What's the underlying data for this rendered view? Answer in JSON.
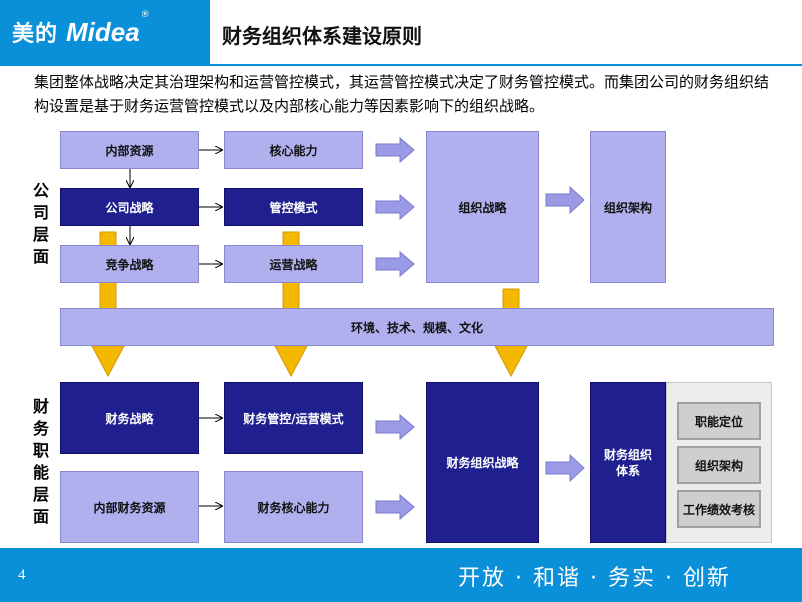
{
  "header": {
    "logo_cn": "美的",
    "logo_en": "Midea",
    "logo_reg": "®",
    "title": "财务组织体系建设原则"
  },
  "intro": "集团整体战略决定其治理架构和运营管控模式，其运营管控模式决定了财务管控模式。而集团公司的财务组织结构设置是基于财务运营管控模式以及内部核心能力等因素影响下的组织战略。",
  "company_level": {
    "label": "公司层面",
    "internal_resources": "内部资源",
    "core_capability": "核心能力",
    "company_strategy": "公司战略",
    "control_mode": "管控模式",
    "competitive_strategy": "竞争战略",
    "operation_strategy": "运营战略",
    "org_strategy": "组织战略",
    "org_structure": "组织架构"
  },
  "environment": "环境、技术、规模、文化",
  "finance_level": {
    "label": "财务职能层面",
    "finance_strategy": "财务战略",
    "finance_control_mode": "财务管控/运营模式",
    "internal_finance_resources": "内部财务资源",
    "finance_core_capability": "财务核心能力",
    "finance_org_strategy": "财务组织战略",
    "finance_org_system": "财务组织体系",
    "items": [
      "职能定位",
      "组织架构",
      "工作绩效考核"
    ]
  },
  "footer": {
    "page_number": "4",
    "slogan": "开放 · 和谐 · 务实 · 创新"
  },
  "colors": {
    "brand_blue": "#0a8fd9",
    "light_box": "#b0b0ee",
    "dark_box": "#1f1f8f",
    "arrow_yellow": "#f5b800",
    "arrow_purple": "#9a9ae6"
  }
}
